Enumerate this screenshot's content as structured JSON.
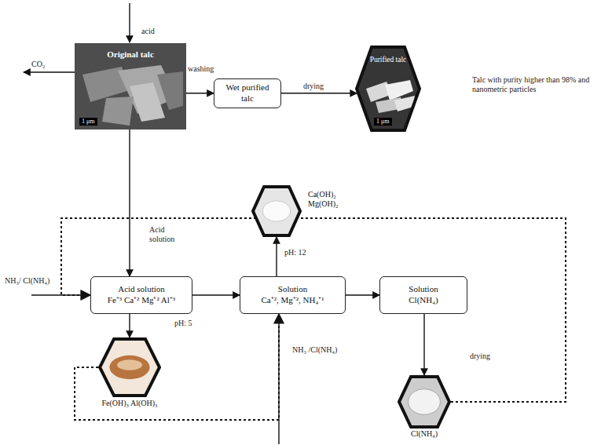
{
  "diagram": {
    "nodes": [
      {
        "text": [
          "Original talc",
          "1 μm"
        ]
      },
      {
        "text": [
          "Wet purified talc"
        ]
      },
      {
        "text": [
          "Purified talc",
          "1 μm"
        ]
      },
      {
        "text": [
          "Acid solution",
          "Fe⁺³ Ca⁺² Mg⁺² Al⁺³"
        ]
      },
      {
        "text": [
          "Ca(OH)₂ Mg(OH)₂"
        ]
      },
      {
        "text": [
          "Solution",
          "Ca⁺², Mg⁺², NH₄⁺¹"
        ]
      },
      {
        "text": [
          "Solution",
          "Cl(NH₄)"
        ]
      },
      {
        "text": [
          "Fe(OH)₃ Al(OH)₃"
        ]
      },
      {
        "text": [
          "Cl(NH₄)"
        ]
      }
    ],
    "edges": [
      {
        "from": 0,
        "to": 1,
        "arrow": "to",
        "label": "washing"
      },
      {
        "from": 1,
        "to": 2,
        "arrow": "to",
        "label": "drying"
      },
      {
        "from": 0,
        "to": 3,
        "arrow": "to",
        "label": "Acid solution"
      },
      {
        "from": 3,
        "to": 7,
        "arrow": "to",
        "label": "pH: 5"
      },
      {
        "from": 3,
        "to": 5,
        "arrow": "to"
      },
      {
        "from": 5,
        "to": 4,
        "arrow": "to",
        "label": "pH: 12"
      },
      {
        "from": 5,
        "to": 6,
        "arrow": "to"
      },
      {
        "from": 6,
        "to": 8,
        "arrow": "to",
        "label": "drying"
      },
      {
        "from": 8,
        "to": 3,
        "arrow": "to"
      },
      {
        "from": 7,
        "to": 5,
        "arrow": "to"
      }
    ],
    "labels": [
      "acid",
      "CO₂",
      "Talc with purity higher than 98% and nanometric particles",
      "NH₃/ Cl(NH₄)",
      "NH₃ /Cl(NH₄)"
    ]
  }
}
